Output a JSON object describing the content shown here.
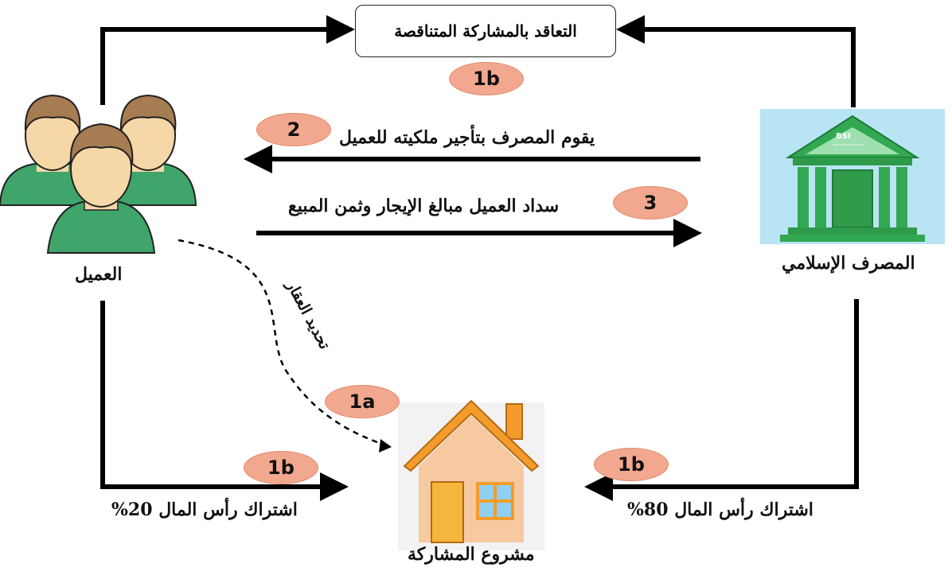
{
  "contract_box": {
    "label": "التعاقد بالمشاركة المتناقصة"
  },
  "customer": {
    "label": "العميل",
    "icon": "people-group-icon"
  },
  "bank": {
    "label": "المصرف الإسلامي",
    "logo_text": "BSI",
    "logo_subtext": "BANK SYARIAH INDONESIA",
    "icon": "bank-building-icon"
  },
  "project": {
    "label": "مشروع المشاركة",
    "icon": "house-icon"
  },
  "arrows": {
    "lease": {
      "label": "يقوم المصرف بتأجير ملكيته للعميل",
      "step": "2"
    },
    "payment": {
      "label": "سداد العميل مبالغ الإيجار وثمن المبيع",
      "step": "3"
    },
    "property": {
      "label": "تحديد العقار",
      "step": "1a"
    },
    "customer_share": {
      "label": "اشتراك رأس المال 20%",
      "step": "1b"
    },
    "bank_share": {
      "label": "اشتراك رأس المال 80%",
      "step": "1b"
    },
    "contract_step": "1b"
  },
  "colors": {
    "badge": "#f2a88e",
    "person_green": "#3fa56a",
    "skin": "#f6d7a7",
    "hair": "#a67c52",
    "house_orange": "#f39c2b",
    "bank_green": "#33a852",
    "bank_bg": "#b9e4f4"
  }
}
